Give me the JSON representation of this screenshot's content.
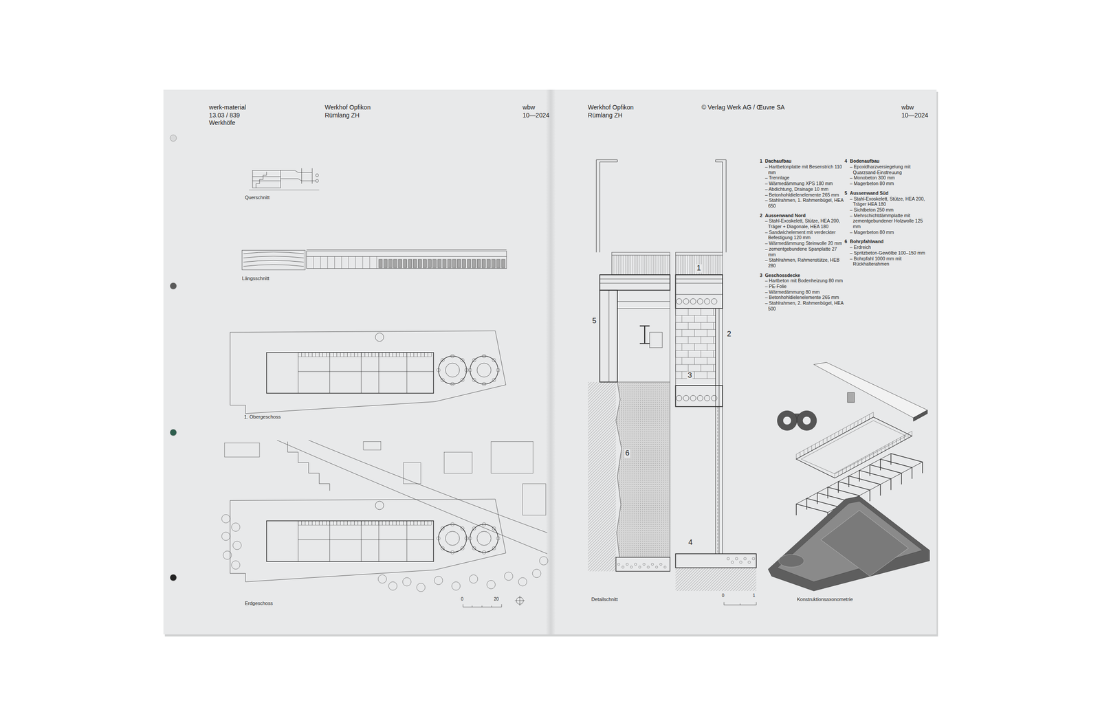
{
  "diagram": {
    "labels": [
      "werk-material",
      "13.03 / 839",
      "Werkhöfe",
      "Werkhof Opfikon",
      "Rümlang ZH",
      "wbw",
      "10—2024",
      "Werkhof Opfikon",
      "Rümlang ZH",
      "© Verlag Werk AG / Œuvre SA",
      "wbw",
      "10—2024",
      "Querschnitt",
      "Längsschnitt",
      "1. Obergeschoss",
      "Erdgeschoss",
      "0",
      "20",
      "5",
      "1",
      "2",
      "3",
      "6",
      "4",
      "Detailschnitt",
      "0",
      "1",
      "Konstruktionsaxonometrie",
      "1",
      "Dachaufbau",
      "– Hartbetonplatte mit Besenstrich 110 mm",
      "– Trennlage",
      "– Wärmedämmung XPS 180 mm",
      "– Abdichtung, Drainage 10 mm",
      "– Betonhohldielenelemente 265 mm",
      "– Stahlrahmen, 1. Rahmenbügel, HEA 650",
      "2",
      "Aussenwand Nord",
      "– Stahl-Exoskelett, Stütze, HEA 200, Träger + Diagonale, HEA 180",
      "– Sandwichelement mit verdeckter Befestigung 120 mm",
      "– Wärmedämmung Steinwolle 20 mm",
      "– zementgebundene Spanplatte 27 mm",
      "– Stahlrahmen, Rahmenstütze, HEB 280",
      "3",
      "Geschossdecke",
      "– Hartbeton mit Bodenheizung 80 mm",
      "– PE-Folie",
      "– Wärmedämmung 80 mm",
      "– Betonhohldielenelemente 265 mm",
      "– Stahlrahmen, 2. Rahmenbügel, HEA 500",
      "4",
      "Bodenaufbau",
      "– Epoxidharzversiegelung mit Quarzsand-Einstreuung",
      "– Monobeton 300 mm",
      "– Magerbeton 80 mm",
      "5",
      "Aussenwand Süd",
      "– Stahl-Exoskelett, Stütze, HEA 200, Träger HEA 180",
      "– Sichtbeton 250 mm",
      "– Mehrschichtdämmplatte mit zementgebundener Holzwolle 125 mm",
      "– Magerbeton 80 mm",
      "6",
      "Bohrpfahlwand",
      "– Erdreich",
      "– Spritzbeton-Gewölbe 100–150 mm",
      "– Bohrpfahl 1000 mm mit Rückhalterahmen"
    ]
  }
}
